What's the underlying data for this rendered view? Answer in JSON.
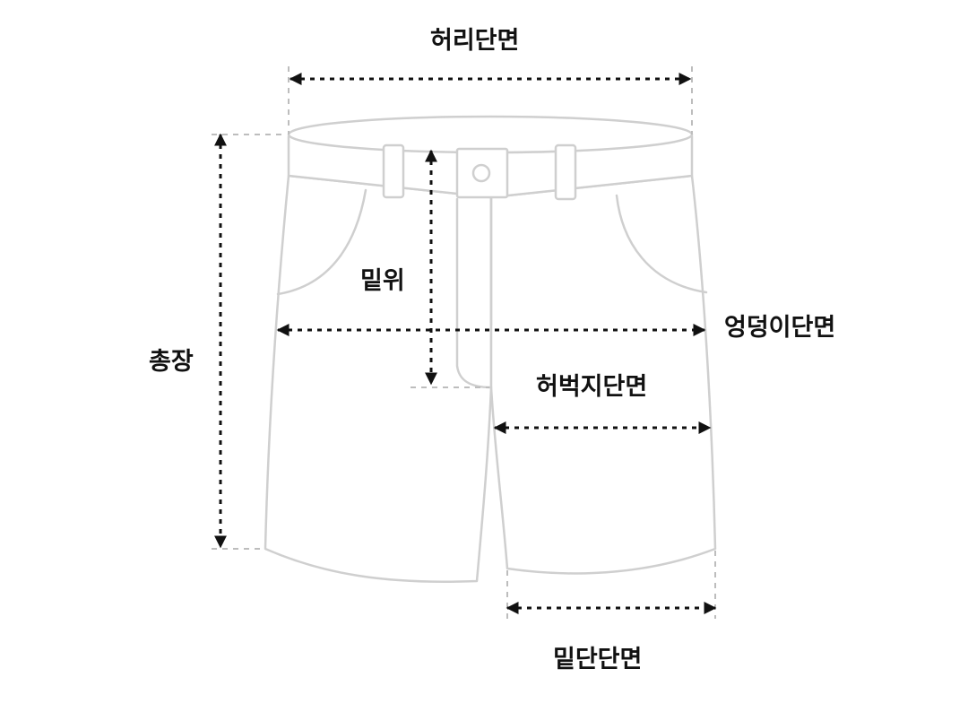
{
  "labels": {
    "waist": "허리단면",
    "rise": "밑위",
    "hip": "엉덩이단면",
    "thigh": "허벅지단면",
    "total_length": "총장",
    "hem": "밑단단면"
  },
  "colors": {
    "outline": "#cfcfcf",
    "arrow": "#111111",
    "guide": "#bdbdbd",
    "text": "#111111"
  }
}
